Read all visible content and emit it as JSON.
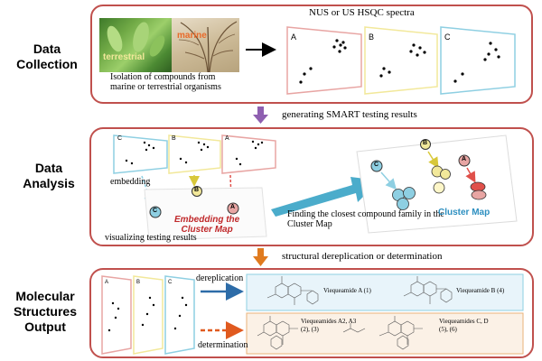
{
  "stages": {
    "collection": "Data\nCollection",
    "analysis": "Data\nAnalysis",
    "output": "Molecular\nStructures\nOutput"
  },
  "collection": {
    "photo_terrestrial": "terrestrial",
    "photo_marine": "marine",
    "isolation_text": "Isolation of compounds from\nmarine or terrestrial organisms",
    "spectra_title": "NUS or US HSQC spectra",
    "spectra_labels": [
      "A",
      "B",
      "C"
    ]
  },
  "transitions": {
    "smart": "generating SMART testing results",
    "derep": "structural dereplication or determination"
  },
  "analysis": {
    "mini_labels": [
      "C",
      "B",
      "A"
    ],
    "embedding": "embedding",
    "embed_map_title": "Embedding the\nCluster Map",
    "visualizing": "visualizing testing results",
    "finding": "Finding the closest compound family in the\nCluster Map",
    "cluster_map_title": "Cluster Map",
    "node_labels": [
      "B",
      "C",
      "A"
    ]
  },
  "output": {
    "mini_labels": [
      "A",
      "B",
      "C"
    ],
    "dereplication": "dereplication",
    "determination": "determination",
    "compound_a": "Viequeamide A (1)",
    "compound_b": "Viequeamide B (4)",
    "compounds_a2": "Viequeamides A2, A3\n(2), (3)",
    "compounds_cd": "Viequeamides C, D\n(5), (6)"
  },
  "colors": {
    "panel_border": "#c0504d",
    "transition_arrow": "#e07b1f",
    "smart_arrow": "#8e5fb0",
    "pink": "#e8a5a3",
    "yellow": "#f2e89a",
    "cyan": "#8ecfe2",
    "big_arrow": "#4baccb",
    "derep_arrow": "#2d6ca8",
    "determination_arrow": "#e05a1f"
  }
}
